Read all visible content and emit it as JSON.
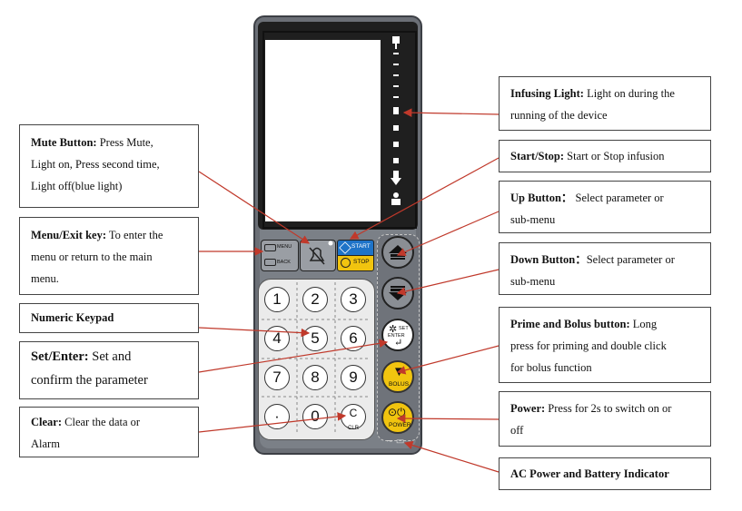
{
  "callouts": {
    "mute": {
      "title": "Mute Button:",
      "line1": " Press Mute,",
      "line2": "Light on, Press second time,",
      "line3": "Light off(blue light)"
    },
    "menu": {
      "title": "Menu/Exit key:",
      "line1": " To enter the",
      "line2": "menu or return to the main",
      "line3": "menu."
    },
    "keypad": {
      "title": "Numeric Keypad"
    },
    "set": {
      "title": "Set/Enter:",
      "line1": " Set and",
      "line2": "confirm the parameter"
    },
    "clear": {
      "title": "Clear:",
      "line1": " Clear the data or",
      "line2": "Alarm"
    },
    "infusing": {
      "title": "Infusing Light:",
      "line1": " Light on during the",
      "line2": "running of the device"
    },
    "startstop": {
      "title": "Start/Stop:",
      "line1": " Start or Stop infusion"
    },
    "up": {
      "title": "Up Button：",
      "line1": " Select parameter or",
      "line2": "sub-menu"
    },
    "down": {
      "title": "Down Button：",
      "line1": "Select parameter or",
      "line2": "sub-menu"
    },
    "prime": {
      "title": "Prime and Bolus button:",
      "line1": " Long",
      "line2": "press for priming and double click",
      "line3": "for bolus function"
    },
    "power": {
      "title": "Power:",
      "line1": " Press for 2s to switch on or",
      "line2": "off"
    },
    "ac": {
      "title": "AC Power and Battery Indicator"
    }
  },
  "device": {
    "keys": [
      "1",
      "2",
      "3",
      "4",
      "5",
      "6",
      "7",
      "8",
      "9",
      "·",
      "0",
      "C"
    ],
    "clr_label": "CLR",
    "menu_label": "MENU",
    "back_label": "BACK",
    "start_label": "START",
    "stop_label": "STOP",
    "set_label": "SET",
    "enter_label": "ENTER",
    "bolus_label": "BOLUS",
    "power_label": "POWER"
  },
  "colors": {
    "line": "#c0392b",
    "start": "#1e73c8",
    "yellow": "#f1c40f",
    "device": "#6b6f76"
  }
}
